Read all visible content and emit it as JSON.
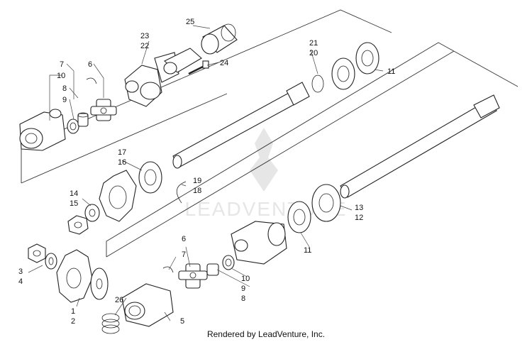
{
  "footer": "Rendered by LeadVenture, Inc.",
  "watermark": "LEADVENTURE",
  "callouts": {
    "c1": "1",
    "c2": "2",
    "c3": "3",
    "c4": "4",
    "c5": "5",
    "c6a": "6",
    "c6b": "6",
    "c7a": "7",
    "c7b": "7",
    "c8a": "8",
    "c8b": "8",
    "c9a": "9",
    "c9b": "9",
    "c10a": "10",
    "c10b": "10",
    "c11a": "11",
    "c11b": "11",
    "c12": "12",
    "c13": "13",
    "c14": "14",
    "c15": "15",
    "c16": "16",
    "c17": "17",
    "c18": "18",
    "c19": "19",
    "c20": "20",
    "c21": "21",
    "c22": "22",
    "c23": "23",
    "c24": "24",
    "c25": "25",
    "c26": "26"
  }
}
